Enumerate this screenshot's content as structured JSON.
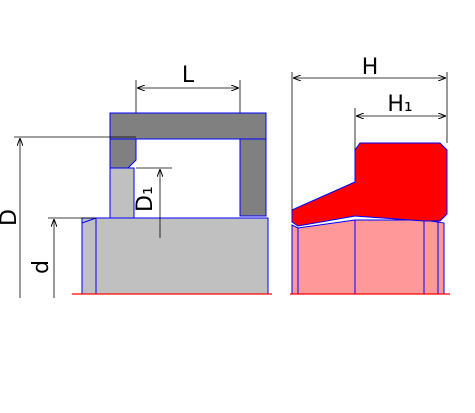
{
  "labels": {
    "L": "L",
    "D1": "D₁",
    "D": "D",
    "d": "d",
    "H": "H",
    "H1": "H₁"
  },
  "colors": {
    "housing_dark": "#808080",
    "shaft_gray": "#c0c0c0",
    "seal_red": "#ff0000",
    "seal_pink": "#ff9999",
    "outline_blue": "#0000ff",
    "baseline_red": "#ff0000",
    "dim_line": "#000000"
  }
}
